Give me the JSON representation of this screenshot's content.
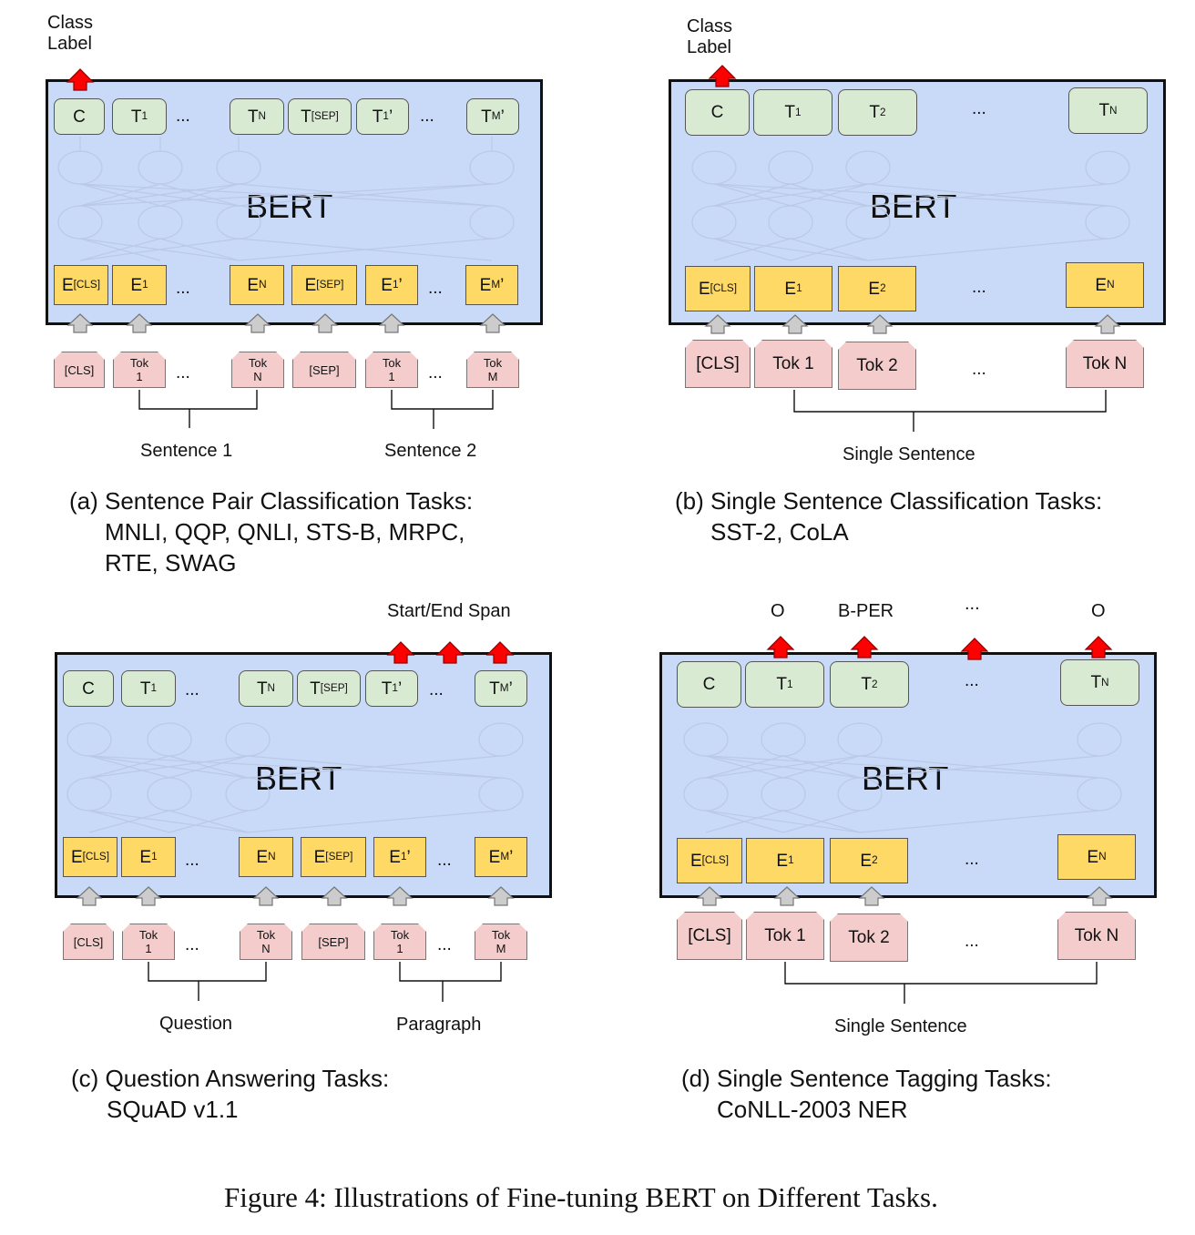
{
  "panels": {
    "a": {
      "model_label": "BERT",
      "top_label": "Class\nLabel",
      "outputs": [
        "C",
        "T1",
        "...",
        "TN",
        "T[SEP]",
        "T1'",
        "...",
        "TM'"
      ],
      "embeddings": [
        "E[CLS]",
        "E1",
        "...",
        "EN",
        "E[SEP]",
        "E1'",
        "...",
        "EM'"
      ],
      "tokens": [
        "[CLS]",
        "Tok 1",
        "...",
        "Tok N",
        "[SEP]",
        "Tok 1",
        "...",
        "Tok M"
      ],
      "segment_labels": [
        "Sentence 1",
        "Sentence 2"
      ],
      "caption_line1": "(a) Sentence Pair Classification Tasks:",
      "caption_line2": "MNLI, QQP, QNLI, STS-B, MRPC,",
      "caption_line3": "RTE, SWAG"
    },
    "b": {
      "model_label": "BERT",
      "top_label": "Class\nLabel",
      "outputs": [
        "C",
        "T1",
        "T2",
        "...",
        "TN"
      ],
      "embeddings": [
        "E[CLS]",
        "E1",
        "E2",
        "...",
        "EN"
      ],
      "tokens": [
        "[CLS]",
        "Tok 1",
        "Tok 2",
        "...",
        "Tok N"
      ],
      "segment_labels": [
        "Single Sentence"
      ],
      "caption_line1": "(b) Single Sentence Classification Tasks:",
      "caption_line2": "SST-2, CoLA"
    },
    "c": {
      "model_label": "BERT",
      "top_label": "Start/End Span",
      "outputs": [
        "C",
        "T1",
        "...",
        "TN",
        "T[SEP]",
        "T1'",
        "...",
        "TM'"
      ],
      "embeddings": [
        "E[CLS]",
        "E1",
        "...",
        "EN",
        "E[SEP]",
        "E1'",
        "...",
        "EM'"
      ],
      "tokens": [
        "[CLS]",
        "Tok 1",
        "...",
        "Tok N",
        "[SEP]",
        "Tok 1",
        "...",
        "Tok M"
      ],
      "segment_labels": [
        "Question",
        "Paragraph"
      ],
      "caption_line1": "(c) Question Answering Tasks:",
      "caption_line2": "SQuAD v1.1"
    },
    "d": {
      "model_label": "BERT",
      "top_labels": [
        "O",
        "B-PER",
        "...",
        "O"
      ],
      "outputs": [
        "C",
        "T1",
        "T2",
        "...",
        "TN"
      ],
      "embeddings": [
        "E[CLS]",
        "E1",
        "E2",
        "...",
        "EN"
      ],
      "tokens": [
        "[CLS]",
        "Tok 1",
        "Tok 2",
        "...",
        "Tok N"
      ],
      "segment_labels": [
        "Single Sentence"
      ],
      "caption_line1": "(d) Single Sentence Tagging Tasks:",
      "caption_line2": "CoNLL-2003 NER"
    }
  },
  "figure_caption": "Figure 4: Illustrations of Fine-tuning BERT on Different Tasks.",
  "colors": {
    "bert_box": "#c9daf8",
    "output_cell": "#d9ead3",
    "embedding_cell": "#ffd966",
    "token_cell": "#f4cccc",
    "output_arrow": "#ff0000",
    "input_arrow": "#cccccc"
  }
}
